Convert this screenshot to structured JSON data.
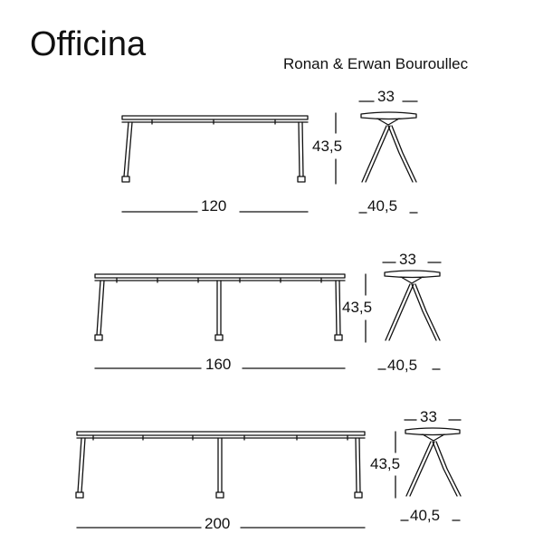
{
  "product": {
    "title": "Officina",
    "designer": "Ronan & Erwan Bouroullec"
  },
  "benches": [
    {
      "length": "120",
      "height": "43,5",
      "top_width": "33",
      "base_width": "40,5"
    },
    {
      "length": "160",
      "height": "43,5",
      "top_width": "33",
      "base_width": "40,5"
    },
    {
      "length": "200",
      "height": "43,5",
      "top_width": "33",
      "base_width": "40,5"
    }
  ]
}
